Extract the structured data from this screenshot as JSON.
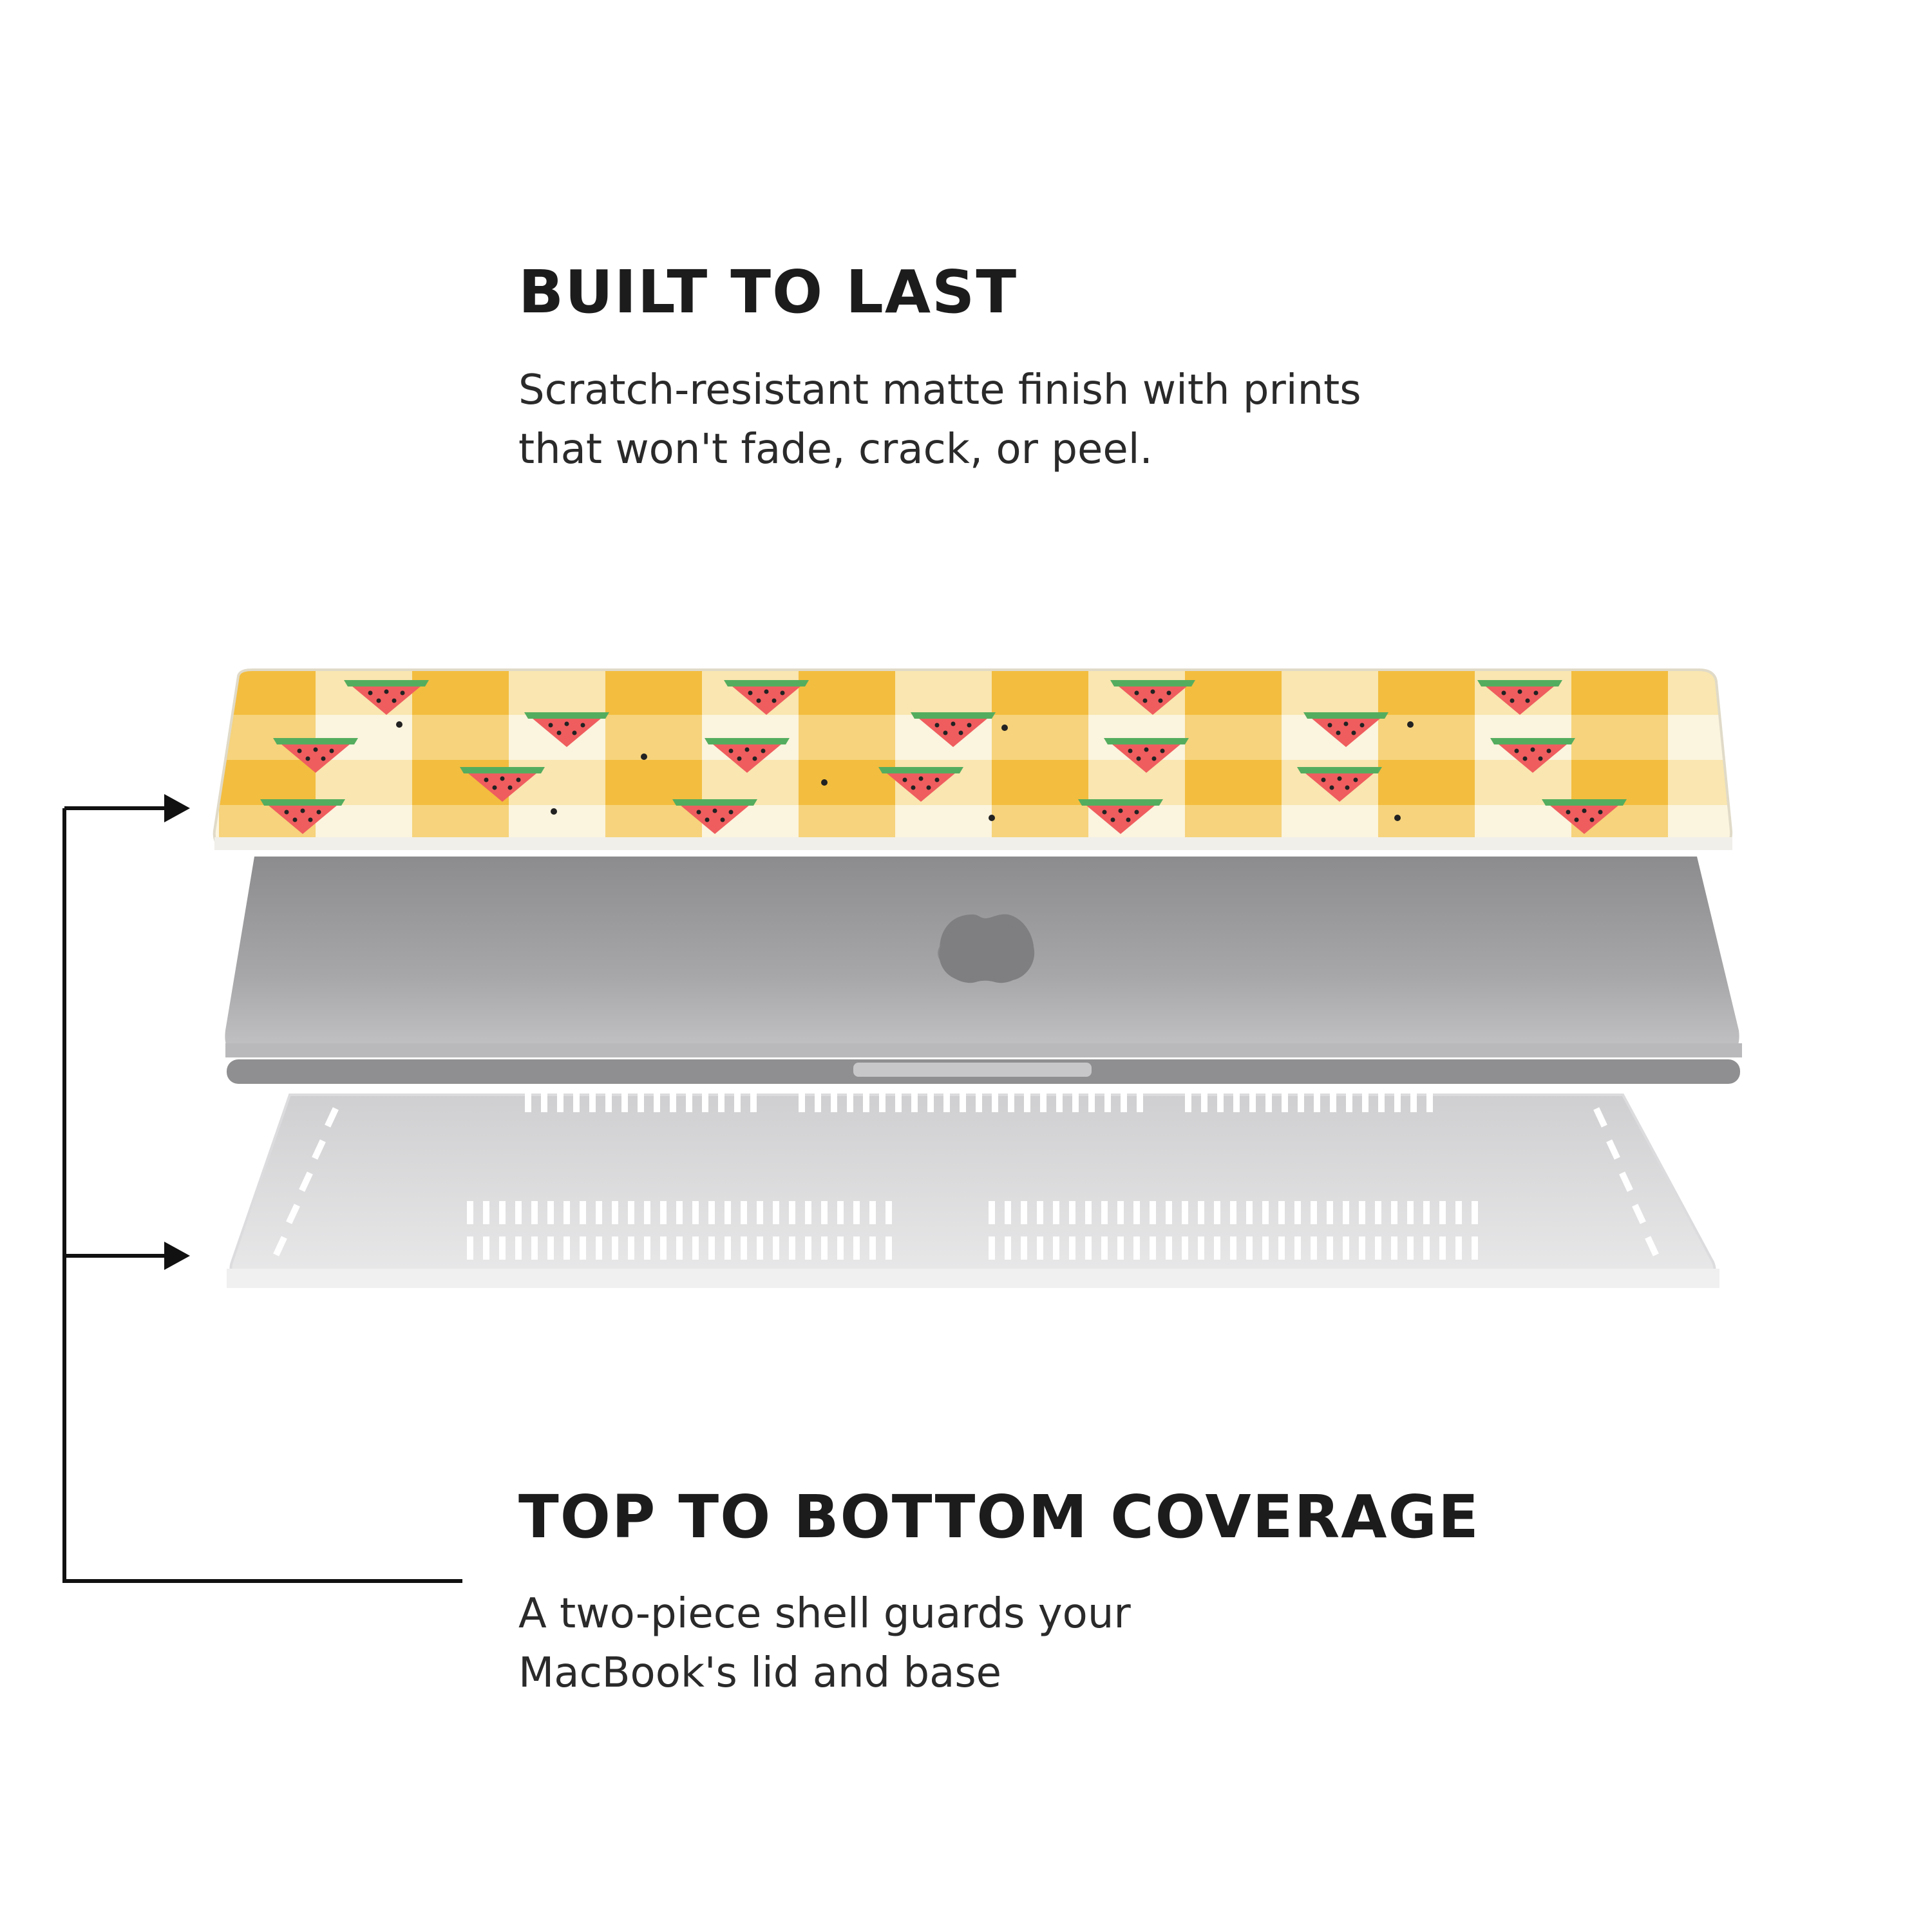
{
  "sections": {
    "top": {
      "heading": "BUILT TO LAST",
      "line1": "Scratch-resistant matte finish with prints",
      "line2": "that won't fade, crack, or peel."
    },
    "bottom": {
      "heading": "TOP TO BOTTOM COVERAGE",
      "line1": "A two-piece shell guards your",
      "line2": "MacBook's lid and base"
    }
  },
  "colors": {
    "text": "#1c1c1c",
    "gingham_yellow": "#f5c24a",
    "gingham_light": "#fbe6a8",
    "watermelon": "#ef5d5f",
    "rind": "#4caa5a",
    "laptop": "#a9a9ab",
    "clear_shell": "#e6e6e7"
  },
  "icons": [
    "arrow-right-icon",
    "apple-logo-icon",
    "watermelon-slice-icon"
  ]
}
